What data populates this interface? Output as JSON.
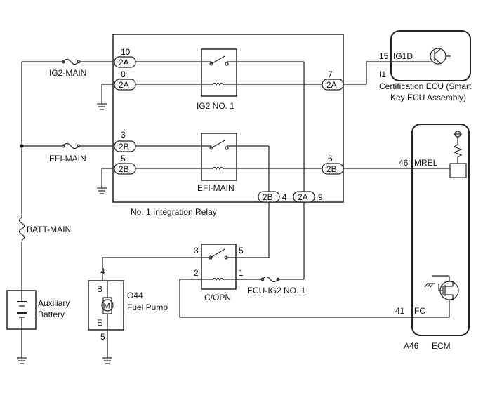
{
  "components": {
    "integration_relay": {
      "label": "No. 1 Integration Relay"
    },
    "ig2_relay": {
      "label": "IG2 NO. 1"
    },
    "efi_relay": {
      "label": "EFI-MAIN"
    },
    "copn_relay": {
      "label": "C/OPN"
    },
    "cert_ecu": {
      "code": "I1",
      "line1": "Certification ECU (Smart",
      "line2": "Key ECU Assembly)"
    },
    "ecm": {
      "code": "A46",
      "label": "ECM"
    },
    "fuel_pump": {
      "code": "O44",
      "label": "Fuel Pump",
      "motor": "M",
      "pin_b": "B",
      "pin_e": "E"
    },
    "battery": {
      "line1": "Auxiliary",
      "line2": "Battery"
    }
  },
  "fuses": {
    "ig2_main": "IG2-MAIN",
    "efi_main": "EFI-MAIN",
    "batt_main": "BATT-MAIN",
    "ecu_ig2": "ECU-IG2 NO. 1"
  },
  "connectors": {
    "c2a_10": {
      "pin": "10",
      "conn": "2A"
    },
    "c2a_8": {
      "pin": "8",
      "conn": "2A"
    },
    "c2a_7": {
      "pin": "7",
      "conn": "2A"
    },
    "c2b_3": {
      "pin": "3",
      "conn": "2B"
    },
    "c2b_5": {
      "pin": "5",
      "conn": "2B"
    },
    "c2b_6": {
      "pin": "6",
      "conn": "2B"
    },
    "c2b_4": {
      "pin": "4",
      "conn": "2B"
    },
    "c2a_9": {
      "pin": "9",
      "conn": "2A"
    }
  },
  "terminals": {
    "ig1d": {
      "pin": "15",
      "name": "IG1D"
    },
    "mrel": {
      "pin": "46",
      "name": "MREL"
    },
    "fc": {
      "pin": "41",
      "name": "FC"
    },
    "copn_3": "3",
    "copn_5": "5",
    "copn_2": "2",
    "copn_1": "1",
    "pump_4": "4",
    "pump_5": "5"
  }
}
